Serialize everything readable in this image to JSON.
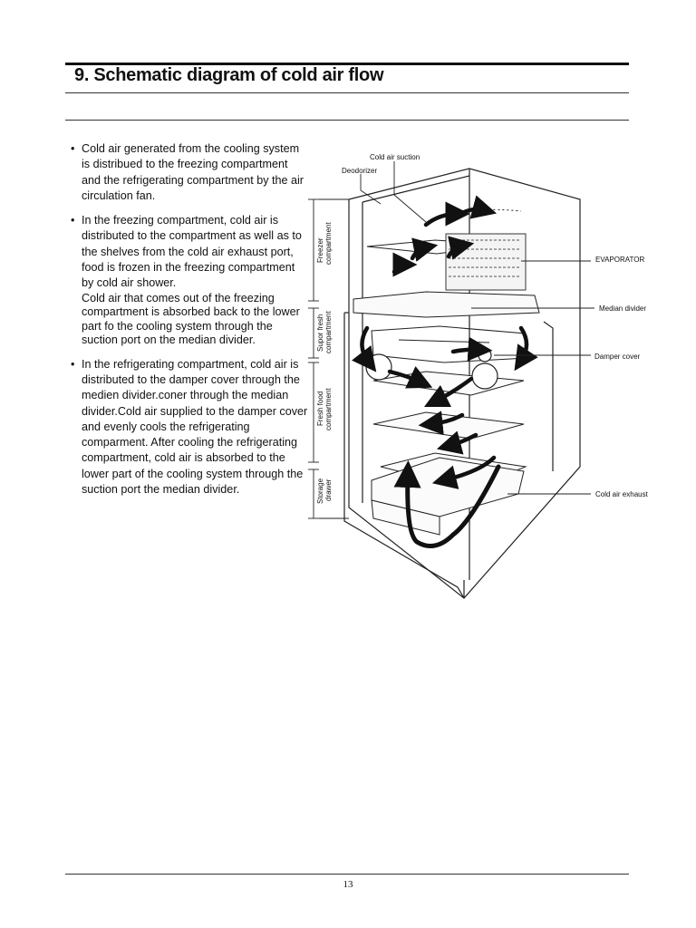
{
  "header": {
    "title": "9. Schematic diagram of cold air flow"
  },
  "bullets": [
    {
      "text": "Cold air generated from the cooling system is distribued to the freezing compartment and the refrigerating compartment by the air circulation fan."
    },
    {
      "text": "In the freezing compartment, cold air is distributed to the compartment as well as to the shelves from the cold air exhaust port, food is frozen in the freezing compartment by cold air shower.",
      "text2": "Cold air that comes out of the freezing compartment is absorbed back to the lower part fo the cooling system through the suction port on the median divider."
    },
    {
      "text": "In the refrigerating compartment, cold air is distributed to the damper cover through the medien divider.coner through the median divider.Cold air supplied to the damper cover and evenly cools the refrigerating comparment. After cooling the refrigerating    compartment, cold air is absorbed to the lower part of the cooling system through the suction port the median divider."
    }
  ],
  "diagram": {
    "labels": {
      "cold_air_suction": "Cold air suction",
      "deodorizer": "Deodorizer",
      "evaporator": "EVAPORATOR",
      "median_divider": "Median divider",
      "damper_cover": "Damper cover",
      "cold_air_exhaust": "Cold air exhaust"
    },
    "dimensions": {
      "freezer_1": "Freezer",
      "freezer_2": "compartment",
      "super_fresh_1": "Supor fresh",
      "super_fresh_2": "compartment",
      "fresh_food_1": "Fresh food",
      "fresh_food_2": "compartment",
      "storage_1": "Storage",
      "storage_2": "drawer"
    }
  },
  "footer": {
    "page_number": "13"
  }
}
